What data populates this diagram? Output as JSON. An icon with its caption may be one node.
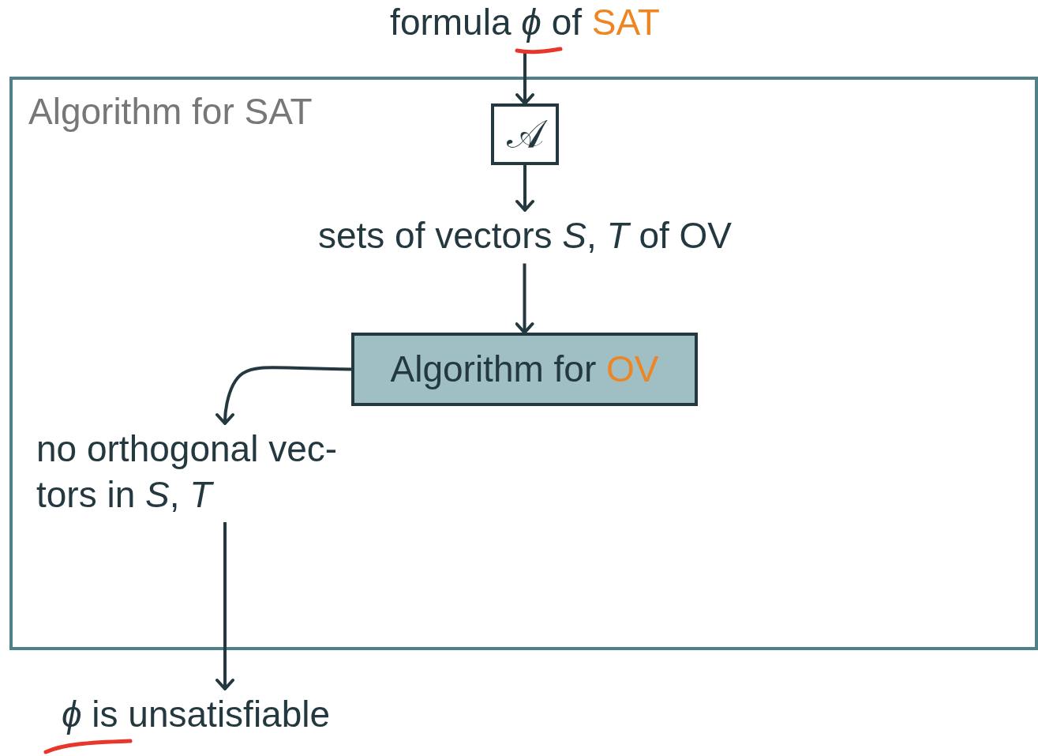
{
  "diagram": {
    "nodes": [
      {
        "text": [
          "formula *ϕ* of SAT"
        ]
      },
      {
        "text": [
          "Algorithm for SAT"
        ]
      },
      {
        "text": [
          "𝒜"
        ],
        "in": 1
      },
      {
        "text": [
          "sets of vectors *S*, *T* of OV"
        ],
        "in": 1
      },
      {
        "text": [
          "Algorithm for OV"
        ],
        "in": 1
      },
      {
        "text": [
          "no orthogonal vec- tors in *S*, *T*"
        ],
        "in": 1
      },
      {
        "text": [
          "*ϕ* is unsatisfiable"
        ]
      }
    ],
    "edges": [
      {
        "from": 0,
        "to": 2,
        "arrow": "to"
      },
      {
        "from": 2,
        "to": 3,
        "arrow": "to"
      },
      {
        "from": 3,
        "to": 4,
        "arrow": "to"
      },
      {
        "from": 4,
        "to": 5,
        "arrow": "to"
      },
      {
        "from": 5,
        "to": 6,
        "arrow": "to"
      }
    ]
  }
}
